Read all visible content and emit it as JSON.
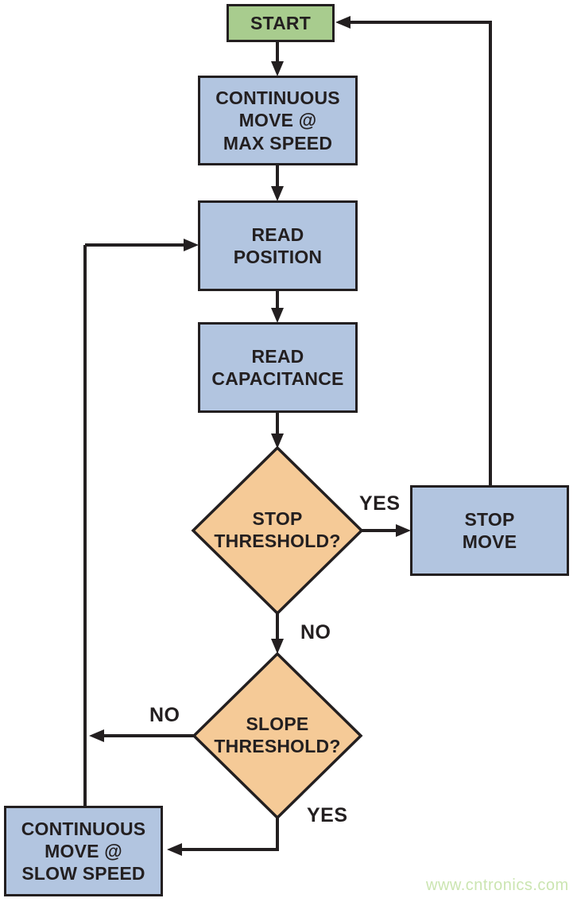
{
  "colors": {
    "process_fill": "#b2c5e0",
    "start_fill": "#a8cc8e",
    "decision_fill": "#f5ca97",
    "line": "#231f20",
    "watermark_text": "#cbe5b1"
  },
  "nodes": {
    "start": {
      "label": "START"
    },
    "move_max": {
      "line1": "CONTINUOUS",
      "line2": "MOVE @",
      "line3": "MAX SPEED"
    },
    "read_position": {
      "line1": "READ",
      "line2": "POSITION"
    },
    "read_capacitance": {
      "line1": "READ",
      "line2": "CAPACITANCE"
    },
    "stop_threshold": {
      "line1": "STOP",
      "line2": "THRESHOLD?"
    },
    "stop_move": {
      "line1": "STOP",
      "line2": "MOVE"
    },
    "slope_threshold": {
      "line1": "SLOPE",
      "line2": "THRESHOLD?"
    },
    "move_slow": {
      "line1": "CONTINUOUS",
      "line2": "MOVE @",
      "line3": "SLOW SPEED"
    }
  },
  "branch_labels": {
    "stop_yes": "YES",
    "stop_no": "NO",
    "slope_no": "NO",
    "slope_yes": "YES"
  },
  "watermark": "www.cntronics.com"
}
